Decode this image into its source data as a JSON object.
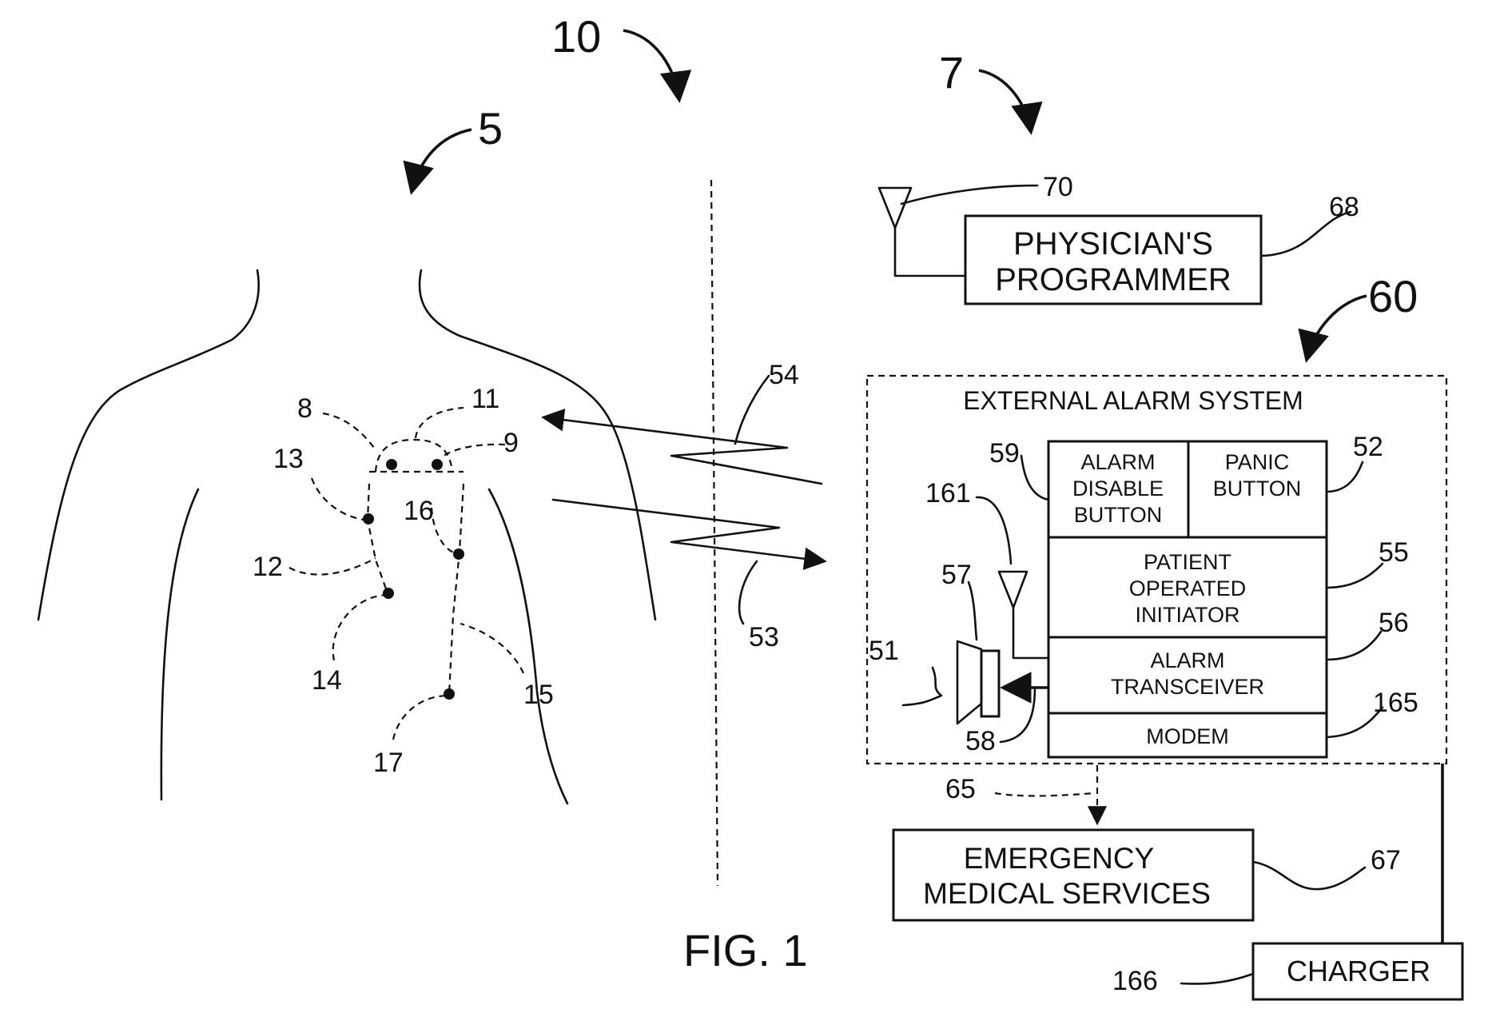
{
  "figure_label": "FIG. 1",
  "refs": {
    "r10": "10",
    "r7": "7",
    "r5": "5",
    "r60": "60",
    "r70": "70",
    "r68": "68",
    "r54": "54",
    "r53": "53",
    "r8": "8",
    "r11": "11",
    "r9": "9",
    "r13": "13",
    "r16": "16",
    "r12": "12",
    "r14": "14",
    "r15": "15",
    "r17": "17",
    "r59": "59",
    "r52": "52",
    "r161": "161",
    "r55": "55",
    "r57": "57",
    "r56": "56",
    "r51": "51",
    "r165": "165",
    "r58": "58",
    "r65": "65",
    "r67": "67",
    "r166": "166"
  },
  "boxes": {
    "programmer": [
      "PHYSICIAN'S",
      "PROGRAMMER"
    ],
    "external_alarm_system": "EXTERNAL ALARM SYSTEM",
    "alarm_disable": [
      "ALARM",
      "DISABLE",
      "BUTTON"
    ],
    "panic": [
      "PANIC",
      "BUTTON"
    ],
    "patient_initiator": [
      "PATIENT",
      "OPERATED",
      "INITIATOR"
    ],
    "transceiver": [
      "ALARM",
      "TRANSCEIVER"
    ],
    "modem": "MODEM",
    "ems": [
      "EMERGENCY",
      "MEDICAL SERVICES"
    ],
    "charger": "CHARGER"
  }
}
